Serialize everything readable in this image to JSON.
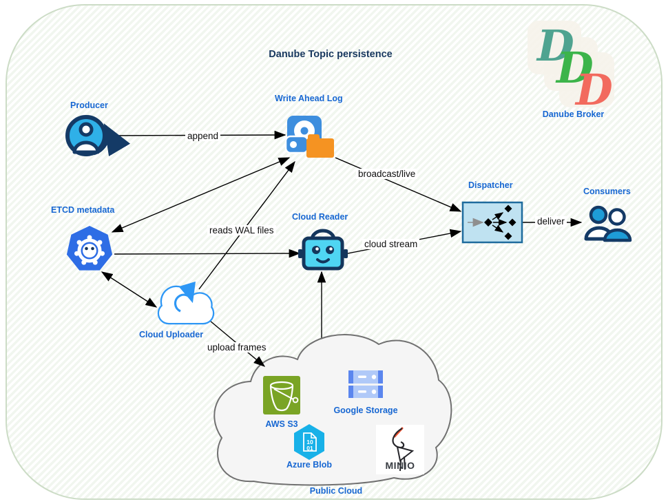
{
  "title": "Danube Topic persistence",
  "nodes": {
    "producer": {
      "label": "Producer"
    },
    "write_ahead_log": {
      "label": "Write Ahead Log"
    },
    "danube_broker": {
      "label": "Danube Broker",
      "monogram": [
        "D",
        "D",
        "D"
      ]
    },
    "etcd": {
      "label": "ETCD metadata"
    },
    "cloud_reader": {
      "label": "Cloud Reader"
    },
    "cloud_uploader": {
      "label": "Cloud Uploader"
    },
    "dispatcher": {
      "label": "Dispatcher"
    },
    "consumers": {
      "label": "Consumers"
    },
    "public_cloud": {
      "label": "Public Cloud",
      "services": {
        "aws_s3": {
          "label": "AWS S3"
        },
        "google_storage": {
          "label": "Google Storage"
        },
        "azure_blob": {
          "label": "Azure Blob",
          "doc_lines": [
            "10",
            "01"
          ]
        },
        "minio": {
          "wordmark": "MINIO"
        }
      }
    }
  },
  "edges": {
    "append": "append",
    "broadcast_live": "broadcast/live",
    "reads_wal_files": "reads WAL files",
    "cloud_stream": "cloud stream",
    "deliver": "deliver",
    "upload_frames": "upload frames"
  },
  "colors": {
    "node_label_blue": "#1767d2",
    "title_navy": "#17375e",
    "frame_green": "#ccdcc6",
    "stripe_green": "#f1f6ef",
    "icon_navy": "#143a66",
    "producer_blue": "#2fb0e8",
    "wal_disk_blue": "#3e8ede",
    "wal_folder_orange": "#f59322",
    "etcd_blue": "#2e6de5",
    "reader_cyan": "#4fd5f2",
    "uploader_blue": "#2e97f5",
    "dispatcher_fill": "#bfe2f1",
    "dispatcher_border": "#1e6b9d",
    "consumers_blue": "#1e9cd7",
    "cloud_gray": "#707070",
    "cloud_fill": "#f5f5f5",
    "aws_green": "#7aa425",
    "google_blue_light": "#b0c9f8",
    "google_blue_dark": "#5b86ee",
    "azure_cyan": "#18b1e8",
    "minio_red": "#f0502e",
    "logo_teal": "#4fa390",
    "logo_green": "#3cb44a",
    "logo_red": "#f26a5e"
  }
}
